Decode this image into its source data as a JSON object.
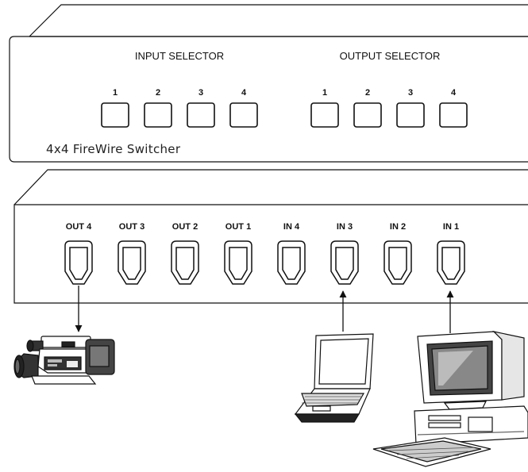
{
  "front_panel": {
    "input_selector": {
      "title": "INPUT SELECTOR",
      "buttons": [
        "1",
        "2",
        "3",
        "4"
      ]
    },
    "output_selector": {
      "title": "OUTPUT SELECTOR",
      "buttons": [
        "1",
        "2",
        "3",
        "4"
      ]
    },
    "model_name": "4x4 FireWire Switcher"
  },
  "rear_panel": {
    "ports": [
      "OUT 4",
      "OUT 3",
      "OUT 2",
      "OUT 1",
      "IN 4",
      "IN 3",
      "IN 2",
      "IN 1"
    ]
  },
  "connections": [
    {
      "port": "OUT 4",
      "device": "camcorder",
      "direction": "from-switcher"
    },
    {
      "port": "IN 3",
      "device": "laptop",
      "direction": "to-switcher"
    },
    {
      "port": "IN 1",
      "device": "desktop-computer",
      "direction": "to-switcher"
    }
  ],
  "colors": {
    "line": "#111111",
    "background": "#ffffff"
  }
}
